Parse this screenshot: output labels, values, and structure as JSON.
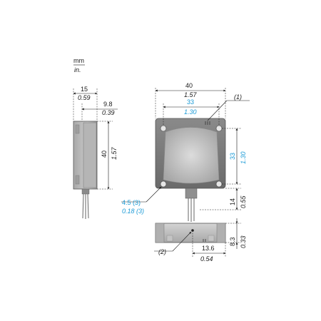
{
  "units": {
    "primary": "mm",
    "secondary": "in."
  },
  "side_view": {
    "width_mm": "15",
    "width_in": "0.59",
    "step_mm": "9.8",
    "step_in": "0.39",
    "height_mm": "40",
    "height_in": "1.57"
  },
  "front_view": {
    "width_mm": "40",
    "width_in": "1.57",
    "hole_spacing_h_mm": "33",
    "hole_spacing_h_in": "1.30",
    "hole_spacing_v_mm": "33",
    "hole_spacing_v_in": "1.30",
    "hole_dia_mm": "4.5 (3)",
    "hole_dia_in": "0.18 (3)",
    "callout_1": "(1)"
  },
  "bottom_view": {
    "height_mm": "14",
    "height_in": "0.55",
    "thickness_mm": "8.3",
    "thickness_in": "0.33",
    "offset_mm": "13.6",
    "offset_in": "0.54",
    "callout_2": "(2)"
  },
  "colors": {
    "accent": "#1a9ad6",
    "body_dark": "#6e6e6e",
    "body_light": "#bdbdbd"
  }
}
